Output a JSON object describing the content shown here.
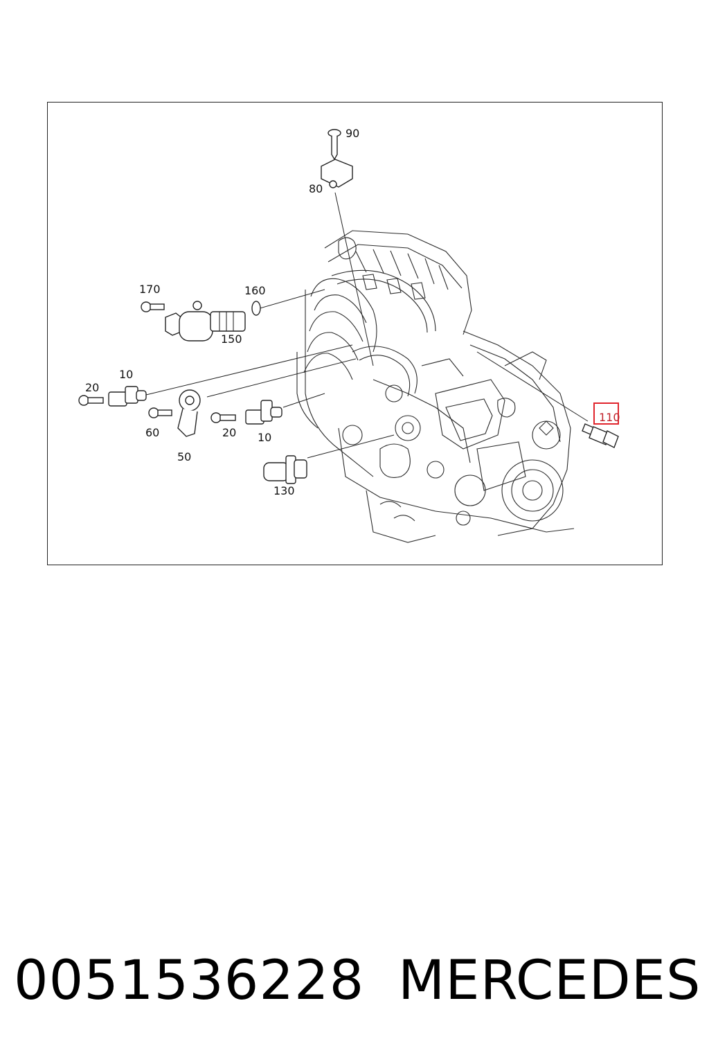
{
  "diagram": {
    "callouts": {
      "c90": "90",
      "c80": "80",
      "c170": "170",
      "c160": "160",
      "c150": "150",
      "c10a": "10",
      "c20a": "20",
      "c60": "60",
      "c50": "50",
      "c20b": "20",
      "c10b": "10",
      "c130": "130",
      "c110": "110"
    },
    "highlighted_callout": "110",
    "highlight_color": "#e0242c"
  },
  "footer": {
    "part_number": "0051536228",
    "brand": "MERCEDES"
  }
}
